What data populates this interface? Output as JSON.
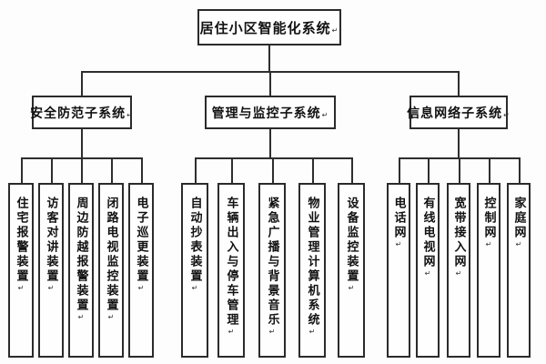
{
  "eop_mark": "↵",
  "root": {
    "label": "居住小区智能化系统"
  },
  "subsystems": [
    {
      "label": "安全防范子系统",
      "children": [
        "住宅报警装置",
        "访客对讲装置",
        "周边防越报警装置",
        "闭路电视监控装置",
        "电子巡更装置"
      ]
    },
    {
      "label": "管理与监控子系统",
      "children": [
        "自动抄表装置",
        "车辆出入与停车管理",
        "紧急广播与背景音乐",
        "物业管理计算机系统",
        "设备监控装置"
      ]
    },
    {
      "label": "信息网络子系统",
      "children": [
        "电话网",
        "有线电视网",
        "宽带接入网",
        "控制网",
        "家庭网"
      ]
    }
  ],
  "colors": {
    "background": "#fdfdfd",
    "box_border": "#2b2b2b",
    "text": "#111111",
    "connector": "#2e2e2e"
  }
}
